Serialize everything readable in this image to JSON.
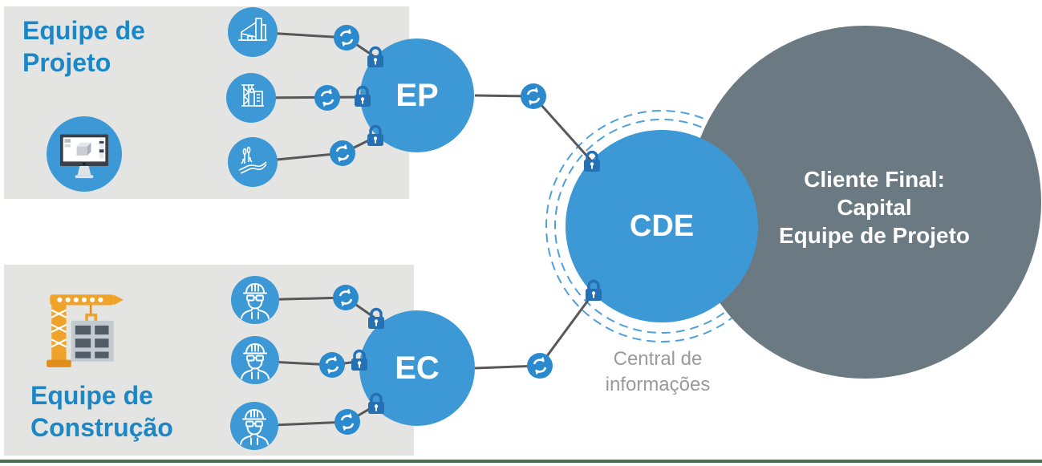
{
  "diagram": {
    "project_team": {
      "title_lines": [
        "Equipe de",
        "Projeto"
      ]
    },
    "construction_team": {
      "title_lines": [
        "Equipe de",
        "Construção"
      ]
    },
    "ep_label": "EP",
    "ec_label": "EC",
    "cde_label": "CDE",
    "cde_caption_lines": [
      "Central de",
      "informações"
    ],
    "final_client_lines": [
      "Cliente Final:",
      "Capital",
      "Equipe de Projeto"
    ]
  },
  "colors": {
    "accent_blue": "#3c99d6",
    "title_blue": "#1c87c6",
    "lock_blue": "#2470b2",
    "sync_blue": "#2b8acd",
    "client_gray": "#6b7a82",
    "panel_gray": "#e4e4e3",
    "connector_gray": "#58585a",
    "caption_gray": "#9a9a9a",
    "footer_green": "#497150"
  }
}
